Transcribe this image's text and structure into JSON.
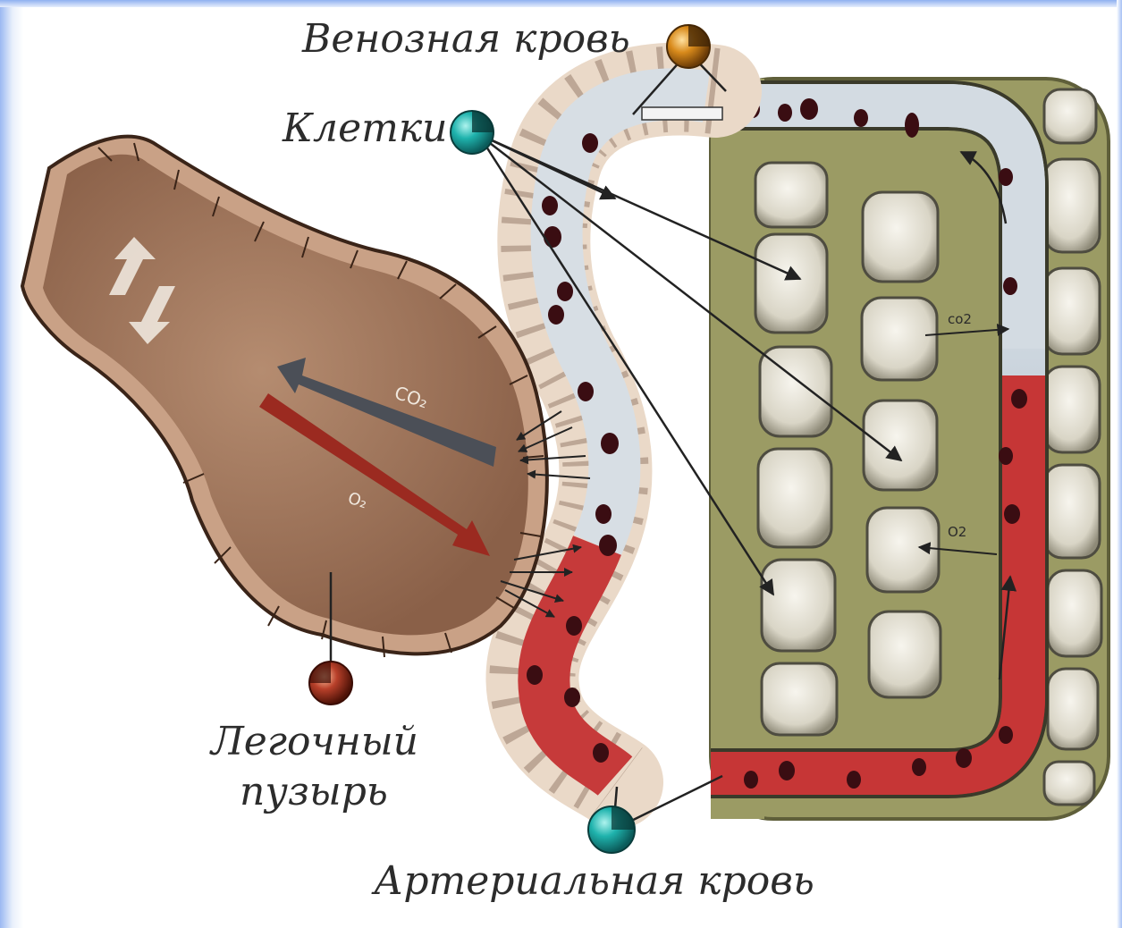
{
  "labels": {
    "venous_blood": "Венозная кровь",
    "cells": "Клетки",
    "lung_vesicle_line1": "Легочный",
    "lung_vesicle_line2": "пузырь",
    "arterial_blood": "Артериальная кровь"
  },
  "gases": {
    "co2_alveolus": "CO₂",
    "o2_alveolus": "O₂",
    "co2_tissue": "co2",
    "o2_tissue": "O2"
  },
  "colors": {
    "tissue_background": "#9a9a62",
    "cell": "#ddd9c9",
    "venous": "#d6dde3",
    "arterial": "#c83a3a",
    "lung": "#a97f65",
    "marker_teal": "#1aa8a8",
    "marker_orange": "#d78a1a",
    "marker_red": "#b23a2a"
  }
}
